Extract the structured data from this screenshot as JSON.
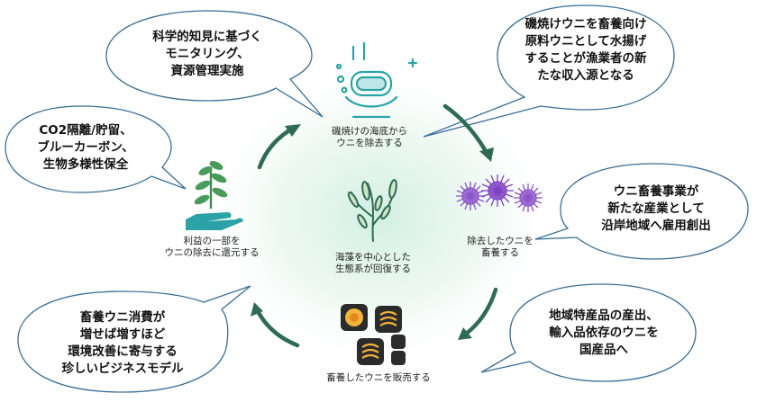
{
  "bubbles": {
    "scientific_monitoring": [
      "科学的知見に基づく",
      "モニタリング、",
      "資源管理実施"
    ],
    "new_income": [
      "磯焼けウニを畜養向け",
      "原料ウニとして水揚げ",
      "することが漁業者の新",
      "たな収入源となる"
    ],
    "co2": [
      "CO2隔離/貯留、",
      "ブルーカーボン、",
      "生物多様性保全"
    ],
    "new_industry": [
      "ウニ畜養事業が",
      "新たな産業として",
      "沿岸地域へ雇用創出"
    ],
    "business_model": [
      "畜養ウニ消費が",
      "増せば増すほど",
      "環境改善に寄与する",
      "珍しいビジネスモデル"
    ],
    "regional_products": [
      "地域特産品の産出、",
      "輸入品依存のウニを",
      "国産品へ"
    ]
  },
  "cycle": {
    "remove": [
      "磯焼けの海底から",
      "ウニを除去する"
    ],
    "farm": [
      "除去したウニを",
      "畜養する"
    ],
    "sell": [
      "畜養したウニを販売する"
    ],
    "return": [
      "利益の一部を",
      "ウニの除去に還元する"
    ],
    "center": [
      "海藻を中心とした",
      "生態系が回復する"
    ]
  },
  "colors": {
    "arrow": "#2f6b53",
    "bubble_stroke": "#3a6e96",
    "icon_teal": "#2ba3a6",
    "icon_green": "#4a9a5c",
    "urchin_purple": "#8a56c8",
    "glow": "#cfeee0"
  },
  "icons": [
    "diver-icon",
    "urchin-icon",
    "urchin-dish-icon",
    "hand-plant-icon",
    "seaweed-icon"
  ]
}
